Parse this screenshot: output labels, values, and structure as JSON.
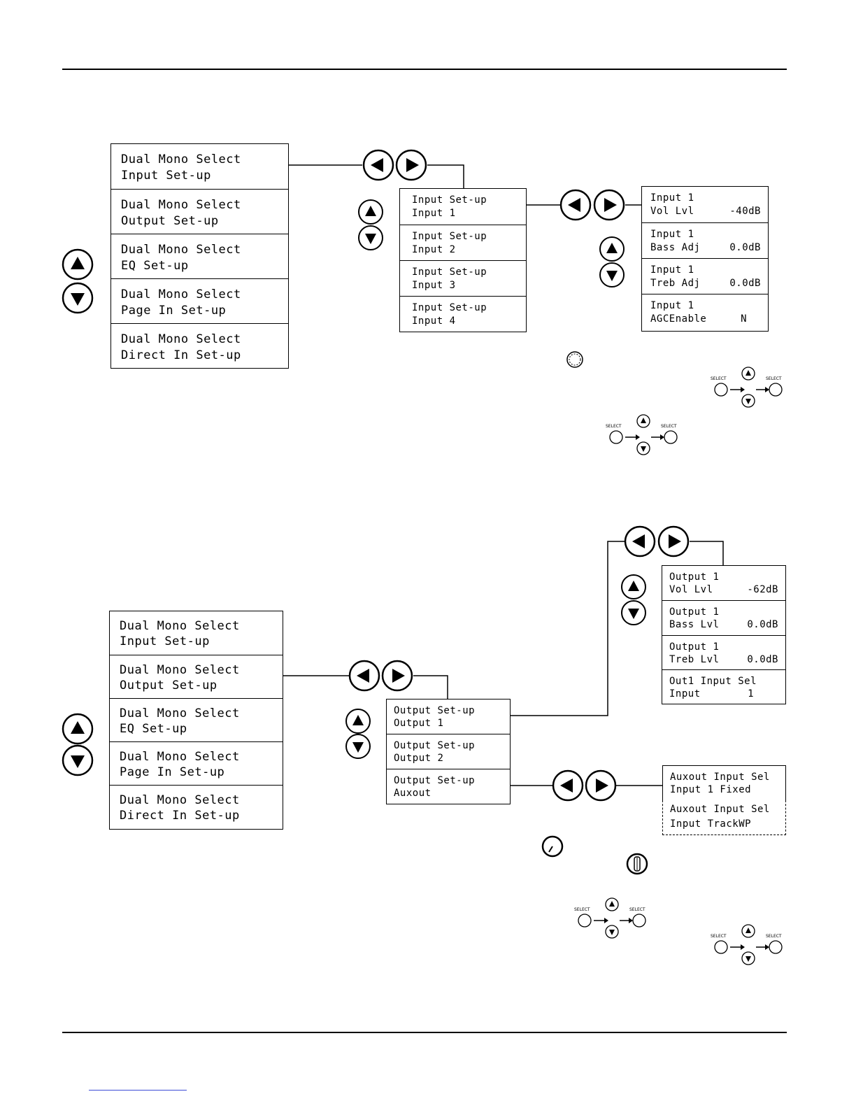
{
  "top": {
    "main_menu": [
      {
        "l1": "Dual Mono Select",
        "l2": "Input Set-up"
      },
      {
        "l1": "Dual Mono Select",
        "l2": "Output Set-up"
      },
      {
        "l1": "Dual Mono Select",
        "l2": "EQ Set-up"
      },
      {
        "l1": "Dual Mono Select",
        "l2": "Page In Set-up"
      },
      {
        "l1": "Dual Mono Select",
        "l2": "Direct In Set-up"
      }
    ],
    "input_menu": [
      {
        "l1": "Input Set-up",
        "l2": "Input 1"
      },
      {
        "l1": "Input Set-up",
        "l2": "Input 2"
      },
      {
        "l1": "Input Set-up",
        "l2": "Input 3"
      },
      {
        "l1": "Input Set-up",
        "l2": "Input 4"
      }
    ],
    "input1_menu": [
      {
        "l1": "Input 1",
        "l2": "Vol Lvl",
        "v": "-40dB"
      },
      {
        "l1": "Input 1",
        "l2": "Bass Adj",
        "v": "0.0dB"
      },
      {
        "l1": "Input 1",
        "l2": "Treb Adj",
        "v": "0.0dB"
      },
      {
        "l1": "Input 1",
        "l2": "AGCEnable",
        "v": "N"
      }
    ]
  },
  "bottom": {
    "main_menu": [
      {
        "l1": "Dual Mono Select",
        "l2": "Input Set-up"
      },
      {
        "l1": "Dual Mono Select",
        "l2": "Output Set-up"
      },
      {
        "l1": "Dual Mono Select",
        "l2": "EQ Set-up"
      },
      {
        "l1": "Dual Mono Select",
        "l2": "Page In Set-up"
      },
      {
        "l1": "Dual Mono Select",
        "l2": "Direct In Set-up"
      }
    ],
    "output_menu": [
      {
        "l1": "Output Set-up",
        "l2": "Output 1"
      },
      {
        "l1": "Output Set-up",
        "l2": "Output 2"
      },
      {
        "l1": "Output Set-up",
        "l2": "Auxout"
      }
    ],
    "output1_menu": [
      {
        "l1": "Output 1",
        "l2": "Vol Lvl",
        "v": "-62dB"
      },
      {
        "l1": "Output 1",
        "l2": "Bass Lvl",
        "v": "0.0dB"
      },
      {
        "l1": "Output 1",
        "l2": "Treb Lvl",
        "v": "0.0dB"
      },
      {
        "l1": "Out1 Input Sel",
        "l2": "Input",
        "v": "1"
      }
    ],
    "auxout_menu": [
      {
        "l1": "Auxout Input Sel",
        "l2": "Input 1 Fixed"
      },
      {
        "l1": "Auxout Input Sel",
        "l2": "Input TrackWP"
      }
    ]
  },
  "select_label": "SELECT",
  "icons": {
    "up": "up-arrow-button-icon",
    "down": "down-arrow-button-icon",
    "left": "left-arrow-button-icon",
    "right": "right-arrow-button-icon",
    "knob": "knob-icon",
    "select_sequence": "select-up-down-select-icon"
  }
}
